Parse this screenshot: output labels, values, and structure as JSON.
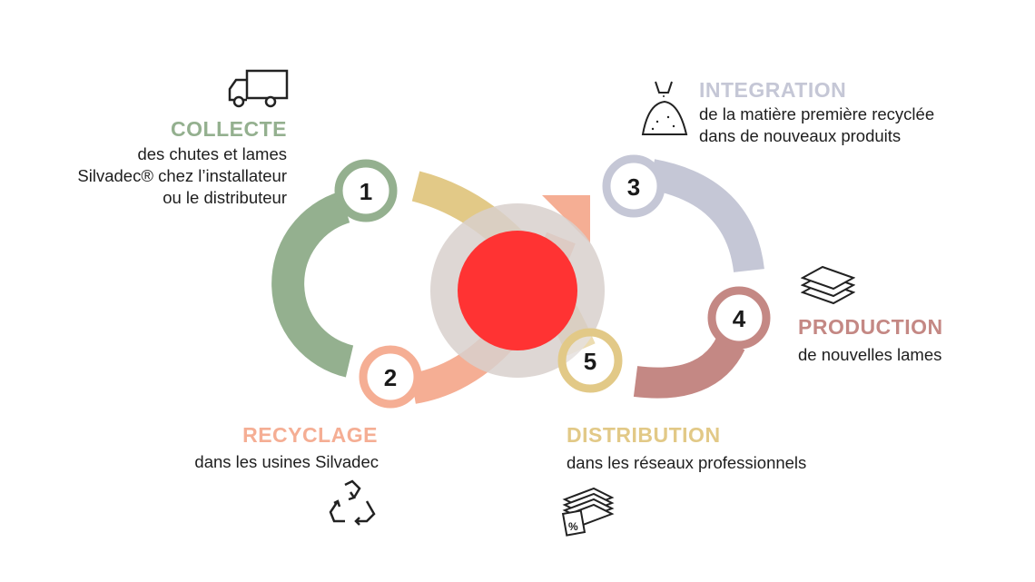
{
  "steps": [
    {
      "number": "1",
      "title": "COLLECTE",
      "lines": [
        "des chutes et lames",
        "Silvadec® chez l’installateur",
        "ou le distributeur"
      ],
      "icon": "truck-icon",
      "color": "#94b08f"
    },
    {
      "number": "2",
      "title": "RECYCLAGE",
      "lines": [
        "dans les usines Silvadec"
      ],
      "icon": "recycle-icon",
      "color": "#f5ae94"
    },
    {
      "number": "3",
      "title": "INTEGRATION",
      "lines": [
        "de la matière première recyclée",
        "dans de nouveaux produits"
      ],
      "icon": "powder-icon",
      "color": "#c5c7d6"
    },
    {
      "number": "4",
      "title": "PRODUCTION",
      "lines": [
        "de nouvelles lames"
      ],
      "icon": "planks-icon",
      "color": "#c48884"
    },
    {
      "number": "5",
      "title": "DISTRIBUTION",
      "lines": [
        "dans les réseaux professionnels"
      ],
      "icon": "price-tag-icon",
      "color": "#e2c987"
    }
  ],
  "center": {
    "ring_color": "#d8d0cc",
    "dot_color": "#ff3333"
  }
}
